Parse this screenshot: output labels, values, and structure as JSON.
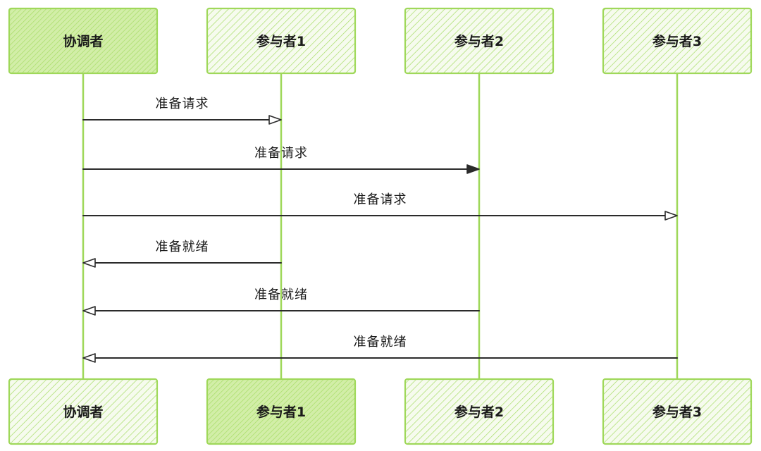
{
  "participants": [
    {
      "id": "coordinator",
      "label": "协调者"
    },
    {
      "id": "p1",
      "label": "参与者1"
    },
    {
      "id": "p2",
      "label": "参与者2"
    },
    {
      "id": "p3",
      "label": "参与者3"
    }
  ],
  "messages": [
    {
      "from": "coordinator",
      "to": "p1",
      "label": "准备请求"
    },
    {
      "from": "coordinator",
      "to": "p2",
      "label": "准备请求"
    },
    {
      "from": "coordinator",
      "to": "p3",
      "label": "准备请求"
    },
    {
      "from": "p1",
      "to": "coordinator",
      "label": "准备就绪"
    },
    {
      "from": "p2",
      "to": "coordinator",
      "label": "准备就绪"
    },
    {
      "from": "p3",
      "to": "coordinator",
      "label": "准备就绪"
    }
  ],
  "colors": {
    "box_stroke": "#9fd85a",
    "box_fill": "#d7f0b0",
    "hatch": "#a8dd68",
    "lifeline": "#9fd85a",
    "arrow": "#2b2b2b"
  }
}
